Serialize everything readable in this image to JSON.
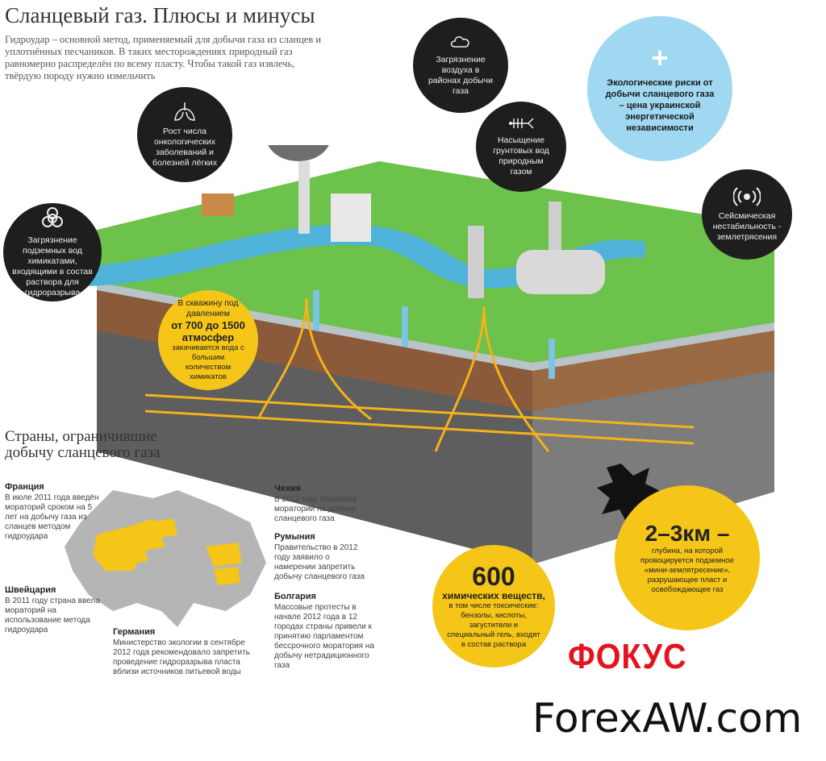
{
  "header": {
    "title": "Сланцевый газ. Плюсы и минусы",
    "intro": "Гидроудар – основной метод, применяемый для добычи газа из сланцев и уплотнённых песчаников. В таких месторождениях природный газ равномерно распределён по всему пласту. Чтобы такой газ извлечь, твёрдую породу нужно измельчить"
  },
  "bubbles": {
    "lungs": {
      "text": "Рост числа онкологических заболеваний и болезней лёгких",
      "icon": "lungs-icon"
    },
    "air": {
      "text": "Загрязнение воздуха в районах добычи газа",
      "icon": "cloud-icon"
    },
    "water": {
      "text": "Насыщение грунтовых вод природным газом",
      "icon": "fish-skeleton-icon"
    },
    "ground": {
      "text": "Загрязнение подземных вод химикатами, входящими в состав раствора для гидроразрыва",
      "icon": "biohazard-icon"
    },
    "seismic": {
      "text": "Сейсмическая нестабильность - землетрясения",
      "icon": "signal-icon"
    },
    "plus": {
      "text": "Экологические риски от добычи сланцевого газа – цена украинской энергетической независимости",
      "icon": "plus-icon"
    }
  },
  "pressure": {
    "line1": "В скважину под давлением",
    "line2": "от 700 до 1500 атмосфер",
    "line3": "закачивается вода с большим количеством химикатов"
  },
  "chemicals": {
    "number": "600",
    "headline": "химических веществ,",
    "text": "в том числе токсические: бензолы, кислоты, загустители и специальный гель, входят в состав раствора"
  },
  "depth": {
    "value": "2–3км –",
    "text": "глубина, на которой провоцируется подземное «мини-землятресение», разрушающее пласт и освобождающее газ"
  },
  "countries_section": {
    "title": "Страны, ограничившие добычу сланцевого газа",
    "items": [
      {
        "name": "Франция",
        "text": "В июле 2011 года введён мораторий сроком на 5 лет на добычу газа из сланцев методом гидроудара"
      },
      {
        "name": "Швейцария",
        "text": "В 2011 году страна ввела мораторий на использование метода гидроудара"
      },
      {
        "name": "Германия",
        "text": "Министерство экологии в сентябре 2012 года рекомендовало запретить проведение гидроразрыва пласта вблизи источников питьевой воды"
      },
      {
        "name": "Чехия",
        "text": "В 2012 году объявила мораторий на добычу сланцевого газа"
      },
      {
        "name": "Румыния",
        "text": "Правительство в 2012 году заявило о намерении запретить добычу сланцевого газа"
      },
      {
        "name": "Болгария",
        "text": "Массовые протесты в начале 2012 года в 12 городах страны привели к принятию парламентом бессрочного моратория на добычу нетрадиционного газа"
      }
    ]
  },
  "branding": {
    "logo": "ФОКУС",
    "watermark": "ForexAW.com"
  },
  "colors": {
    "accent_yellow": "#f5c518",
    "bubble_dark": "#1e1e1e",
    "bubble_light": "#9fd8f0",
    "logo_red": "#e3141e"
  }
}
